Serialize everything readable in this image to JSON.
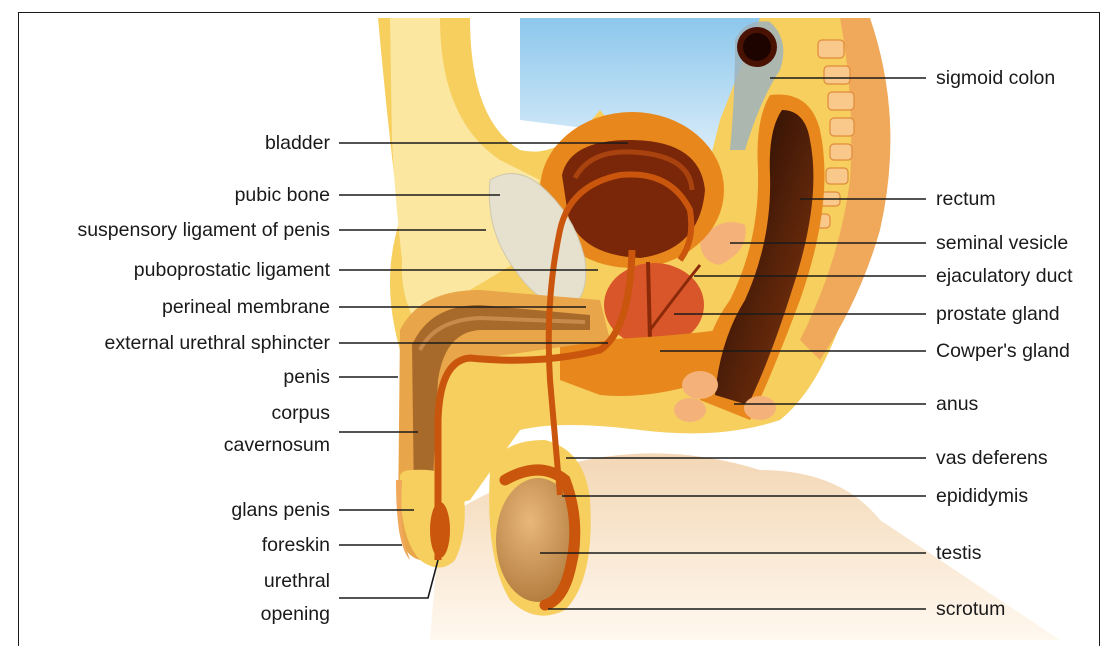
{
  "diagram": {
    "labels_left": {
      "bladder": "bladder",
      "pubic_bone": "pubic bone",
      "suspensory_ligament": "suspensory ligament of penis",
      "puboprostatic_ligament": "puboprostatic ligament",
      "perineal_membrane": "perineal membrane",
      "external_urethral_sphincter": "external urethral sphincter",
      "penis": "penis",
      "corpus_line1": "corpus",
      "corpus_line2": "cavernosum",
      "glans_penis": "glans penis",
      "foreskin": "foreskin",
      "urethral_line1": "urethral",
      "urethral_line2": "opening"
    },
    "labels_right": {
      "sigmoid_colon": "sigmoid colon",
      "rectum": "rectum",
      "seminal_vesicle": "seminal vesicle",
      "ejaculatory_duct": "ejaculatory duct",
      "prostate_gland": "prostate gland",
      "cowpers_gland": "Cowper's gland",
      "anus": "anus",
      "vas_deferens": "vas deferens",
      "epididymis": "epididymis",
      "testis": "testis",
      "scrotum": "scrotum"
    },
    "colors": {
      "skin_yellow": "#f6cf5f",
      "fat_light": "#fbe7a0",
      "orange": "#e8871c",
      "dark_orange": "#c9560c",
      "brown": "#6b1e06",
      "prostate": "#d9552a",
      "bone": "#e6e1cf",
      "sky": "#bcdff3"
    }
  }
}
